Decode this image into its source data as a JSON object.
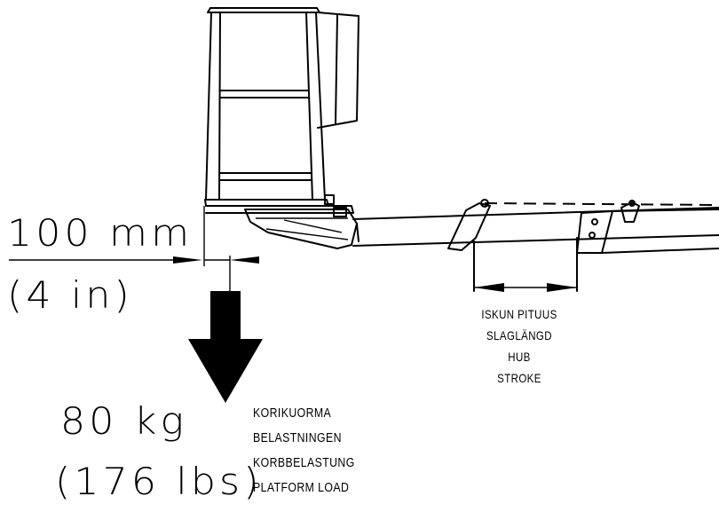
{
  "offset": {
    "metric": "100 mm",
    "imperial": "(4 in)"
  },
  "load": {
    "metric": "80 kg",
    "imperial": "(176 lbs)",
    "labels": [
      "KORIKUORMA",
      "BELASTNINGEN",
      "KORBBELASTUNG",
      "PLATFORM LOAD"
    ]
  },
  "stroke": {
    "labels": [
      "ISKUN PITUUS",
      "SLAGLÄNGD",
      "HUB",
      "STROKE"
    ]
  }
}
